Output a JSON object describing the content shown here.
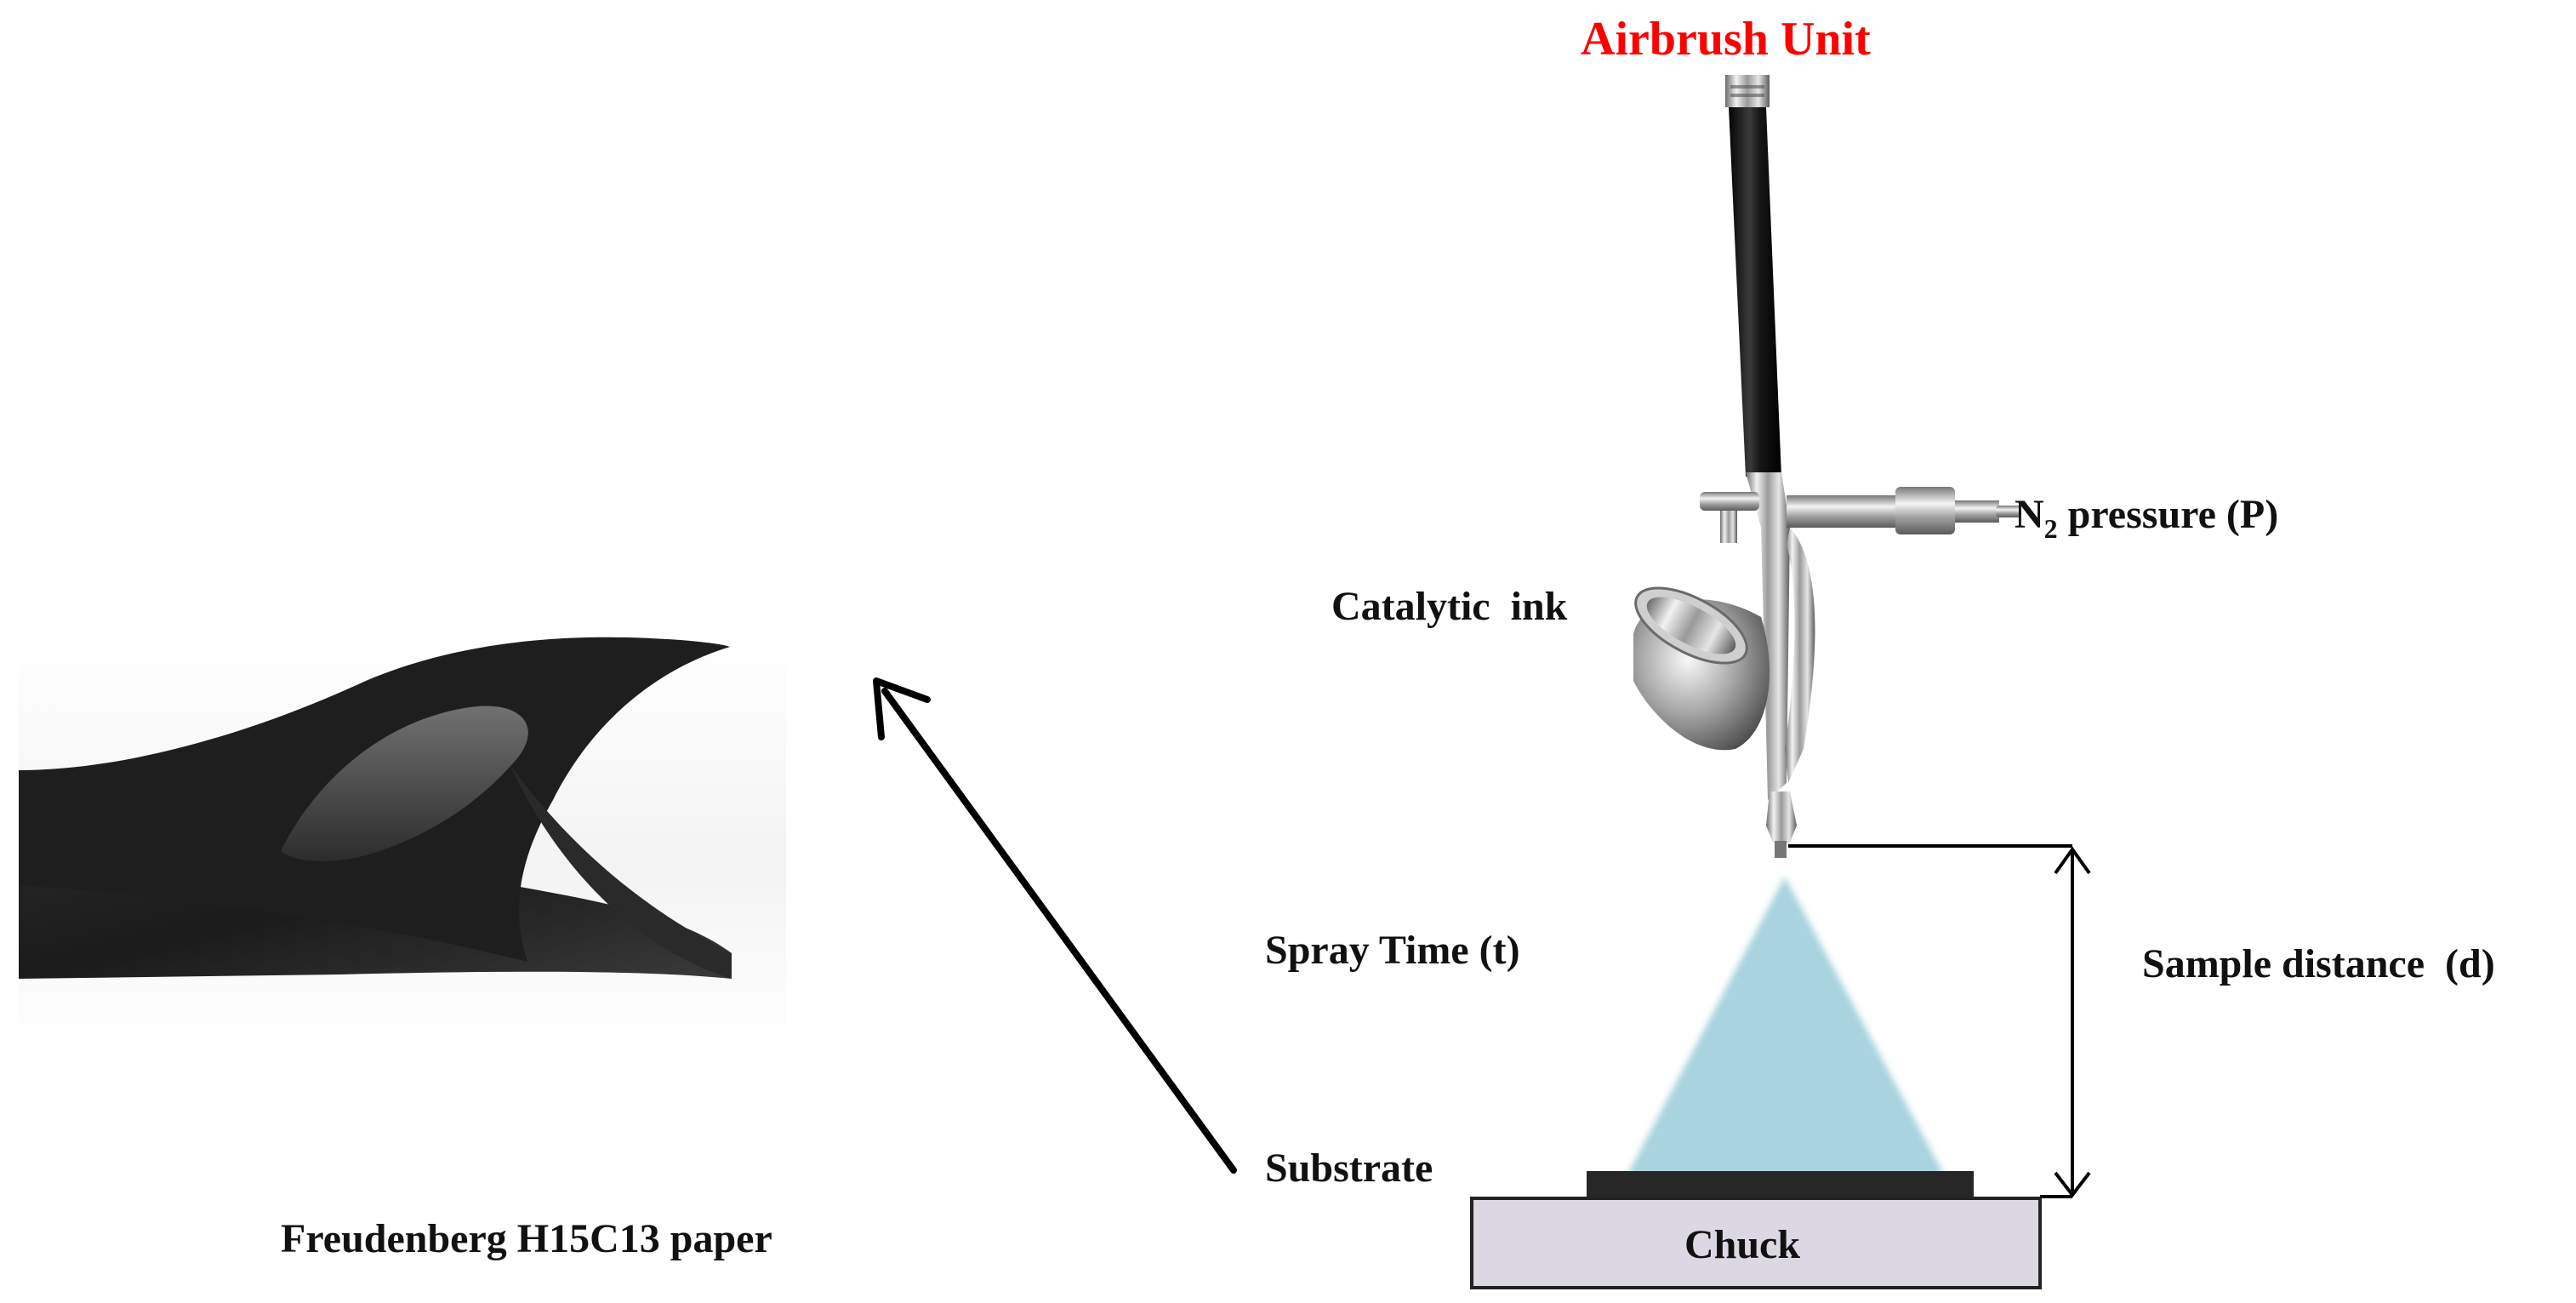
{
  "labels": {
    "airbrush_unit": "Airbrush Unit",
    "n2_main": "N",
    "n2_sub": "2",
    "n2_rest": " pressure (P)",
    "catalytic_ink": "Catalytic  ink",
    "spray_time": "Spray Time (t)",
    "sample_distance": "Sample distance  (d)",
    "substrate": "Substrate",
    "chuck": "Chuck",
    "paper": "Freudenberg H15C13 paper"
  },
  "colors": {
    "title": "#ff0000",
    "spray": "#a9d3df",
    "chuck_fill": "#dcd8e3",
    "substrate": "#262626",
    "text": "#111111"
  },
  "icons": [
    "airbrush-icon",
    "arrow-icon",
    "carbon-paper-image"
  ]
}
